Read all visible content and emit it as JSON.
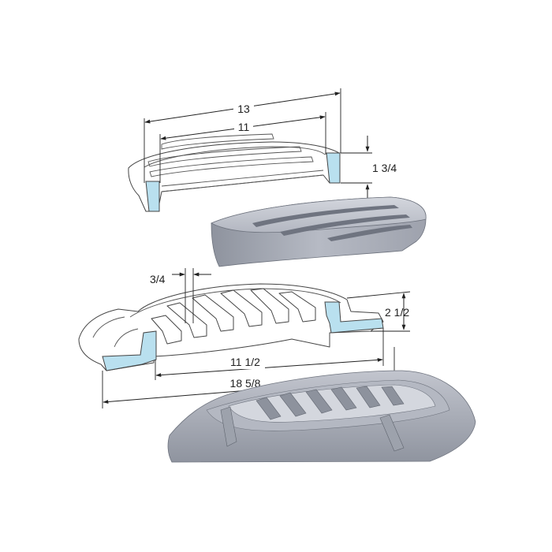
{
  "dimensions": {
    "top_overall_length": "13",
    "top_inner_length": "11",
    "top_height": "1 3/4",
    "bottom_bar_spacing": "3/4",
    "bottom_height": "2 1/2",
    "bottom_inner_length": "11 1/2",
    "bottom_overall_length": "18 5/8"
  },
  "colors": {
    "section_cut": "#b9e0ef",
    "casting_light": "#c9ccd4",
    "casting_mid": "#a9adb7",
    "casting_dark": "#7d828e",
    "line": "#222222"
  },
  "icons": {
    "top_section_drawing": "half-round-grate-section",
    "top_render": "half-round-grate-render",
    "bottom_section_drawing": "half-round-grate-with-frame-section",
    "bottom_render": "half-round-frame-render"
  }
}
